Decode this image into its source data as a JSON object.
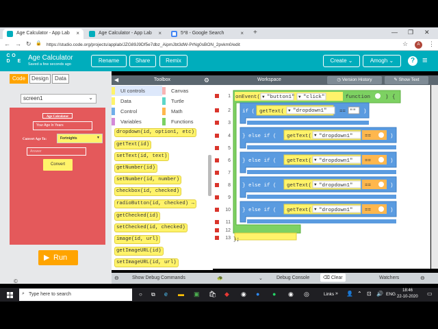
{
  "browser": {
    "tabs": [
      {
        "title": "Age Calculator - App Lab",
        "active": true
      },
      {
        "title": "Age Calculator - App Lab",
        "active": false
      },
      {
        "title": "5*8 - Google Search",
        "active": false
      }
    ],
    "new_tab": "+",
    "url": "https://studio.code.org/projects/applab/JZG89J9Df5e7dbz_AipmJbt3dW-PrNg0sBON_2pvkm0/edit",
    "avatar_initial": "A"
  },
  "header": {
    "logo_letters": [
      "C",
      "O",
      "",
      "D",
      "",
      "E",
      "",
      "",
      ""
    ],
    "app_title": "Age Calculator",
    "app_subtitle": "Saved a few seconds ago",
    "rename": "Rename",
    "share": "Share",
    "remix": "Remix",
    "create": "Create",
    "user": "Amogh",
    "help": "?"
  },
  "left": {
    "tabs": [
      "Code",
      "Design",
      "Data"
    ],
    "screen": "screen1",
    "app": {
      "title": "Age Calculator",
      "age_placeholder": "Your Age In Years",
      "convert_label": "Convert Age To:",
      "dropdown_value": "Fortnights",
      "answer_placeholder": "Answer",
      "convert_button": "Convert"
    },
    "run": "Run",
    "copyright": "©"
  },
  "toolbox": {
    "title": "Toolbox",
    "categories": [
      {
        "label": "UI controls",
        "color": "#fff36a"
      },
      {
        "label": "Canvas",
        "color": "#f8b4b4"
      },
      {
        "label": "Data",
        "color": "#fff36a"
      },
      {
        "label": "Turtle",
        "color": "#5dd6c9"
      },
      {
        "label": "Control",
        "color": "#6faee9"
      },
      {
        "label": "Math",
        "color": "#ffb74d"
      },
      {
        "label": "Variables",
        "color": "#d38ad8"
      },
      {
        "label": "Functions",
        "color": "#7dd162"
      }
    ],
    "blocks": [
      "dropdown(id, option1, etc)",
      "getText(id)",
      "setText(id, text)",
      "getNumber(id)",
      "setNumber(id, number)",
      "checkbox(id, checked)",
      "radioButton(id, checked) →",
      "getChecked(id)",
      "setChecked(id, checked)",
      "image(id, url)",
      "getImageURL(id)",
      "setImageURL(id, url)"
    ]
  },
  "workspace": {
    "title": "Workspace",
    "version_history": "Version History",
    "show_text": "Show Text",
    "line_numbers": [
      "1",
      "2",
      "3",
      "4",
      "5",
      "6",
      "7",
      "8",
      "9",
      "10",
      "11",
      "12",
      "13"
    ],
    "onevent_kw": "onEvent(",
    "onevent_id": "\"button1\"",
    "onevent_event": "\"click\"",
    "function_kw": "function",
    "if_kw": "if (",
    "else_if_kw": "else if (",
    "gettext_kw": "getText(",
    "dropdown_id": "\"dropdown1\"",
    "equals": "==",
    "string_val": "\"\"",
    "close": "};",
    "close_paren": ")",
    "open_brace": "{",
    "close_brace": "}"
  },
  "debug": {
    "show_debug": "Show Debug Commands",
    "console": "Debug Console",
    "clear": "Clear",
    "watchers": "Watchers"
  },
  "taskbar": {
    "search_placeholder": "Type here to search",
    "links": "Links",
    "lang": "ENG",
    "time": "18:46",
    "date": "22-10-2020"
  }
}
